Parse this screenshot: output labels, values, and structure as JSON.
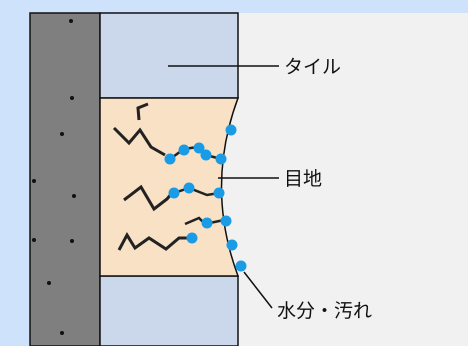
{
  "colors": {
    "background": "#cfe2fb",
    "wall": "#7f7f7f",
    "tile": "#cbd8ec",
    "joint": "#f8e1c5",
    "outer_space": "#f1f1f1",
    "crack": "#222222",
    "water_dot": "#1a9be6",
    "outline": "#111111"
  },
  "labels": {
    "tile": "タイル",
    "joint": "目地",
    "moisture": "水分・汚れ"
  },
  "icons": {
    "wall_dots": "concrete-speckle",
    "cracks": "crack-zigzag",
    "droplets": "water-dot"
  }
}
